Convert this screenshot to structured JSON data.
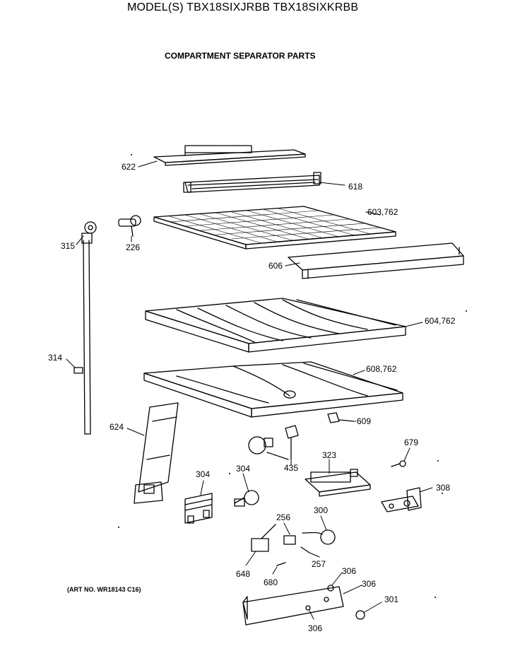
{
  "header": {
    "title": "MODEL(S) TBX18SIXJRBB  TBX18SIXKRBB",
    "subtitle": "COMPARTMENT SEPARATOR PARTS"
  },
  "footer": {
    "art_no": "(ART NO. WR18143 C16)"
  },
  "callouts": {
    "c622": "622",
    "c618": "618",
    "c603": "603,762",
    "c315": "315",
    "c226": "226",
    "c606": "606",
    "c604": "604,762",
    "c314": "314",
    "c608": "608,762",
    "c609": "609",
    "c624": "624",
    "c323": "323",
    "c679": "679",
    "c435": "435",
    "c304a": "304",
    "c304b": "304",
    "c308": "308",
    "c256": "256",
    "c300": "300",
    "c648": "648",
    "c257": "257",
    "c680": "680",
    "c306a": "306",
    "c306b": "306",
    "c301": "301",
    "c306c": "306"
  }
}
